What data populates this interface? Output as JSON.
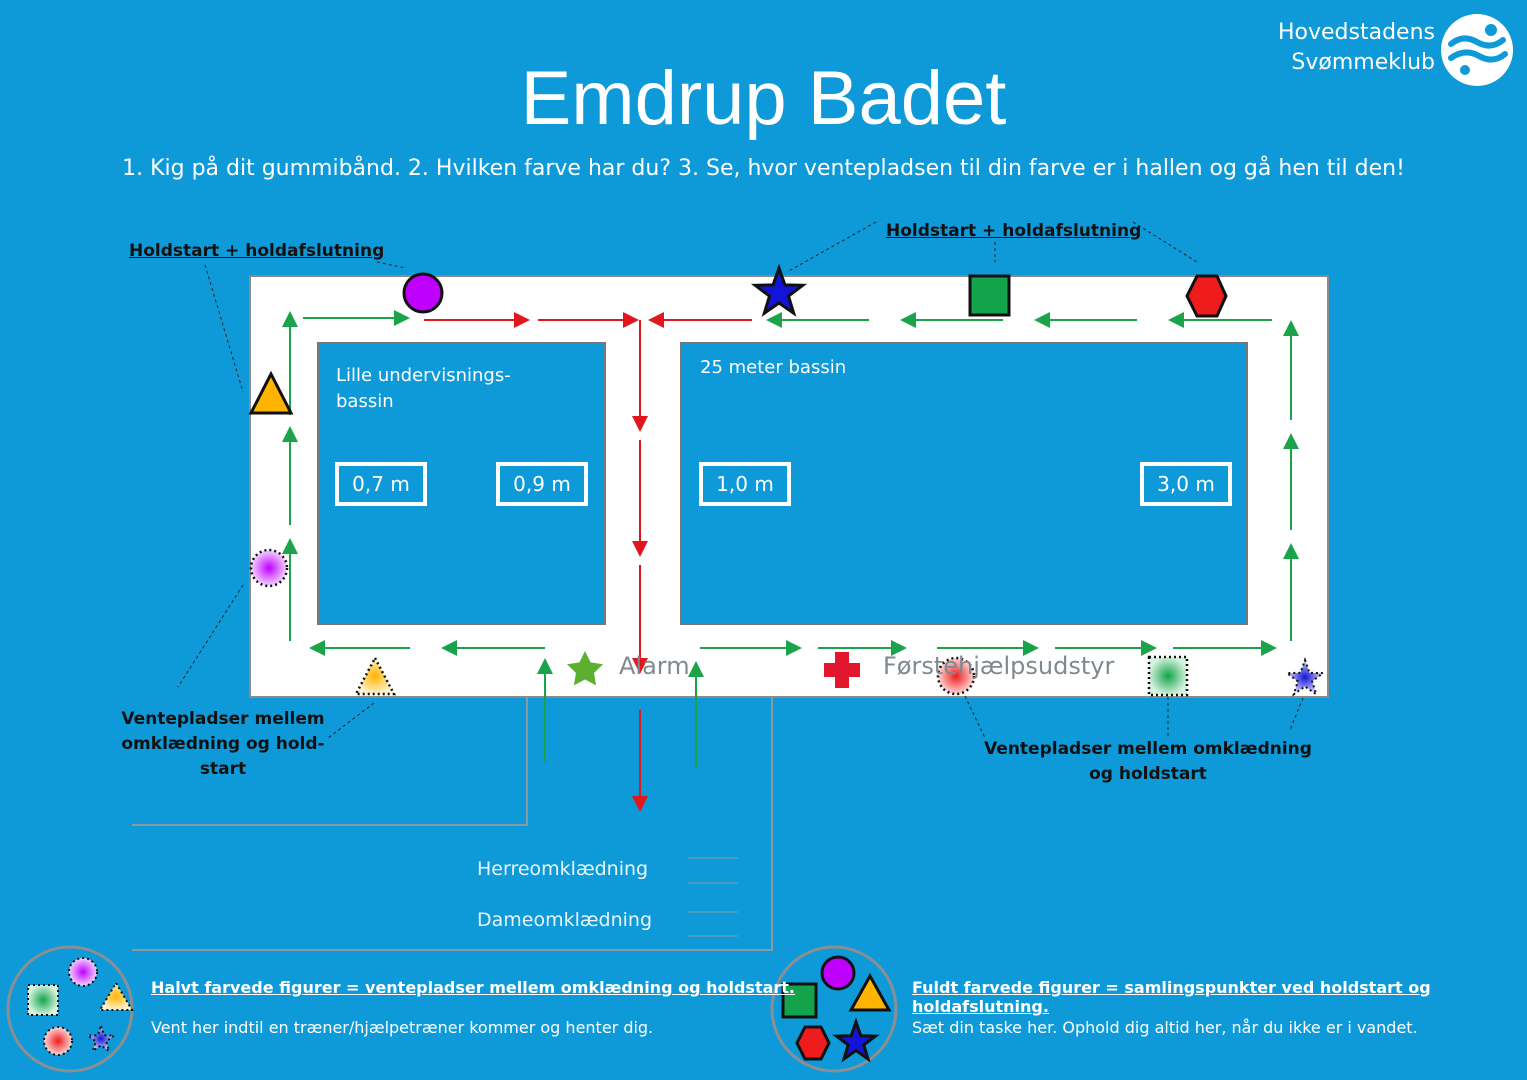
{
  "header": {
    "title": "Emdrup Badet",
    "instructions": "1. Kig på dit gummibånd. 2. Hvilken farve har du? 3. Se, hvor ventepladsen til din farve er i hallen og gå hen til den!",
    "logo_line1": "Hovedstadens",
    "logo_line2": "Svømmeklub"
  },
  "map": {
    "label_holdstart_left": "Holdstart + holdafslutning",
    "label_holdstart_top": "Holdstart + holdafslutning",
    "pool_small": "Lille undervisnings-\nbassin",
    "pool_large": "25 meter bassin",
    "depths": [
      "0,7 m",
      "0,9 m",
      "1,0 m",
      "3,0 m"
    ],
    "alarm": "Alarm",
    "first_aid": "Førstehjælpsudstyr",
    "waiting_left": "Ventepladser  mellem\nomklædning og hold-\nstart",
    "waiting_right": "Ventepladser  mellem omklædning\nog holdstart",
    "changing_men": "Herreomklædning",
    "changing_women": "Dameomklædning"
  },
  "legend": {
    "left_title": "Halvt farvede figurer = ventepladser mellem omklædning og holdstart.",
    "left_text": "Vent her indtil en træner/hjælpetræner kommer og henter dig.",
    "right_title": "Fuldt farvede figurer = samlingspunkter ved holdstart og holdafslutning.",
    "right_text": "Sæt din taske her. Ophold dig altid her, når du ikke er i vandet."
  },
  "colors": {
    "background": "#0e9ad9",
    "purple": "#c000ff",
    "blue": "#1414d6",
    "green": "#13a34a",
    "red": "#ee1c1c",
    "yellow": "#ffb400",
    "arrow_green": "#1aa34a",
    "arrow_red": "#e2171e"
  }
}
